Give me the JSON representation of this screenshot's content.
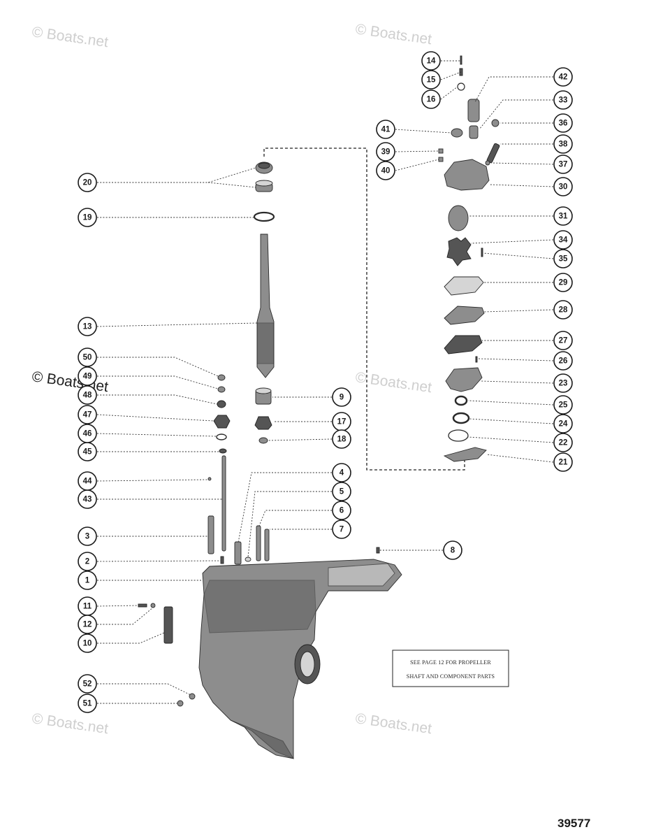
{
  "figure_number": "39577",
  "note": {
    "line1": "SEE PAGE 12 FOR PROPELLER",
    "line2": "SHAFT AND COMPONENT PARTS"
  },
  "watermark": "© Boats.net",
  "callouts": [
    "1",
    "2",
    "3",
    "4",
    "5",
    "6",
    "7",
    "8",
    "9",
    "10",
    "11",
    "12",
    "13",
    "14",
    "15",
    "16",
    "17",
    "18",
    "19",
    "20",
    "21",
    "22",
    "23",
    "24",
    "25",
    "26",
    "27",
    "28",
    "29",
    "30",
    "31",
    "33",
    "34",
    "35",
    "36",
    "37",
    "38",
    "39",
    "40",
    "41",
    "42",
    "43",
    "44",
    "45",
    "46",
    "47",
    "48",
    "49",
    "50",
    "51",
    "52"
  ]
}
